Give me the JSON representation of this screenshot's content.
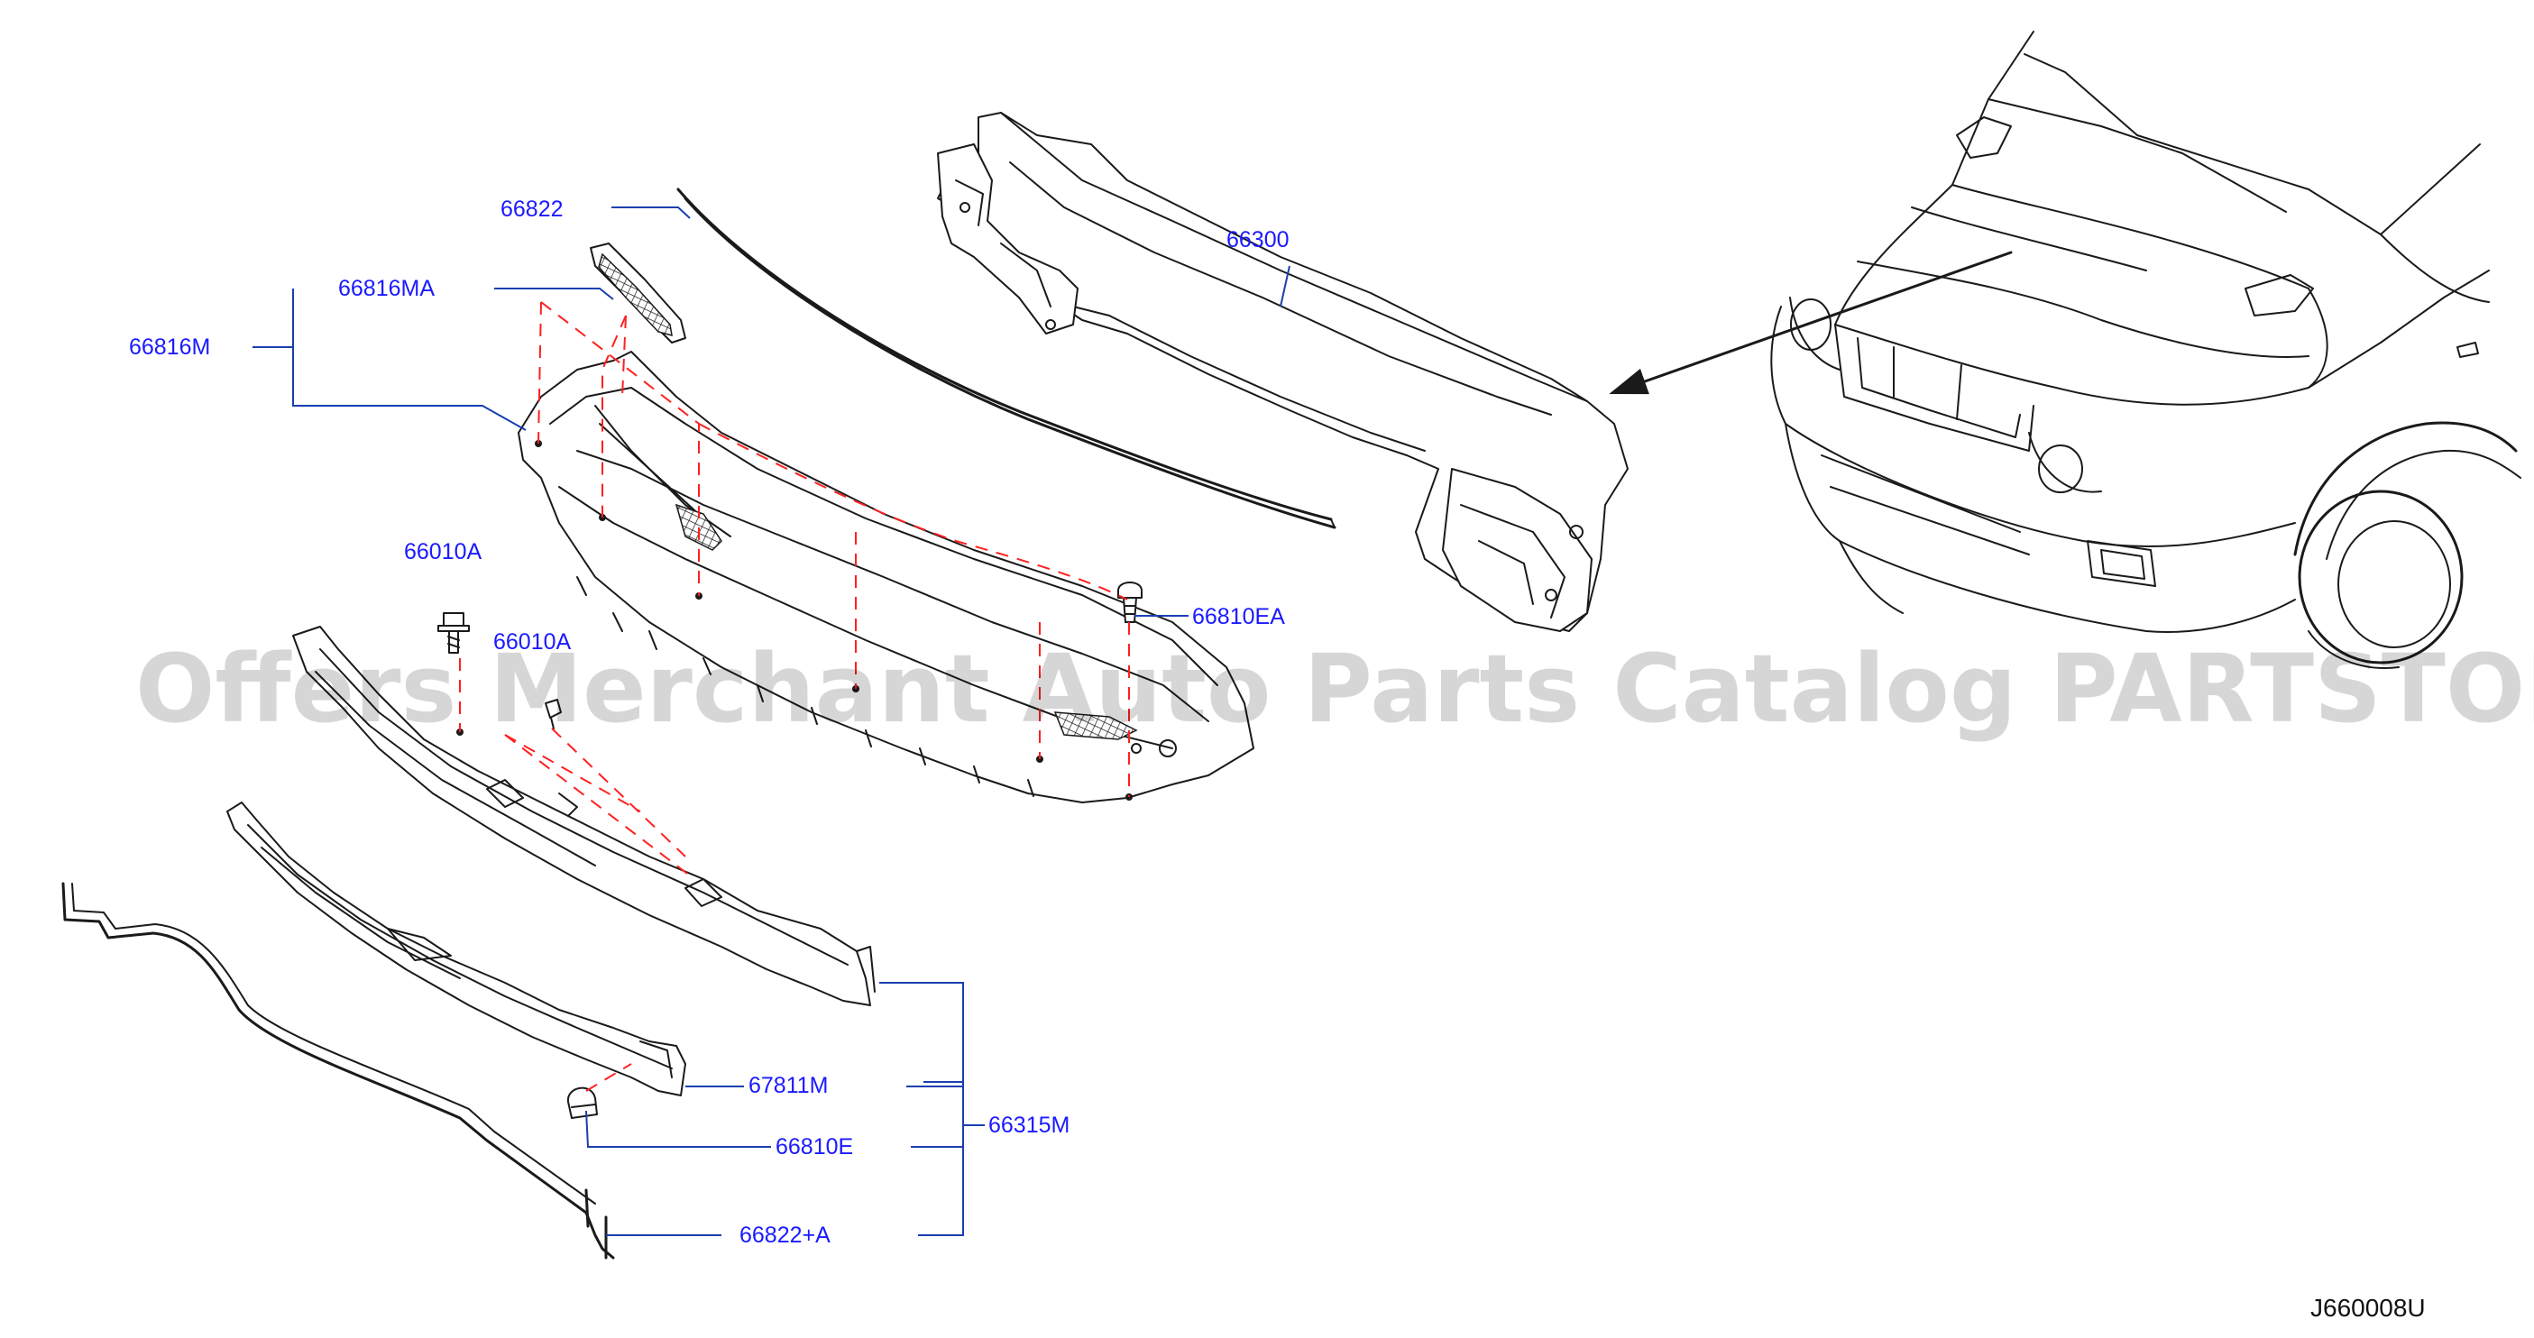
{
  "labels": {
    "p66822": "66822",
    "p66816ma": "66816MA",
    "p66816m": "66816M",
    "p66300": "66300",
    "p66010a_1": "66010A",
    "p66010a_2": "66010A",
    "p66810ea": "66810EA",
    "p67811m": "67811M",
    "p66810e": "66810E",
    "p66315m": "66315M",
    "p66822a": "66822+A"
  },
  "watermark": "Offers Merchant Auto Parts Catalog PARTSTORE.SA",
  "diagram_code": "J660008U",
  "colors": {
    "label": "#1a1aff",
    "leader": "#1a3fb0",
    "dashed_guide": "#ff2020",
    "line_art": "#1a1a1a",
    "watermark": "#d6d6d6"
  }
}
